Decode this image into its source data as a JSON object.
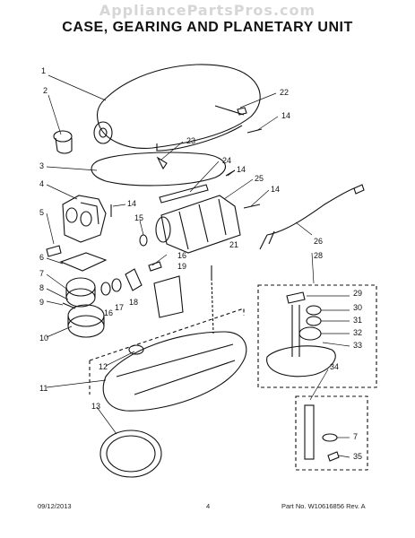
{
  "watermark": "AppliancePartsPros.com",
  "title": "CASE, GEARING AND PLANETARY UNIT",
  "footer": {
    "date": "09/12/2013",
    "page": "4",
    "part_no": "Part No.  W10616856  Rev. A"
  },
  "callouts": [
    "1",
    "2",
    "22",
    "14",
    "23",
    "3",
    "24",
    "14",
    "25",
    "4",
    "14",
    "5",
    "14",
    "15",
    "26",
    "21",
    "28",
    "16",
    "19",
    "6",
    "7",
    "29",
    "30",
    "8",
    "17",
    "18",
    "31",
    "32",
    "9",
    "16",
    "10",
    "33",
    "12",
    "34",
    "11",
    "13",
    "7",
    "35"
  ]
}
